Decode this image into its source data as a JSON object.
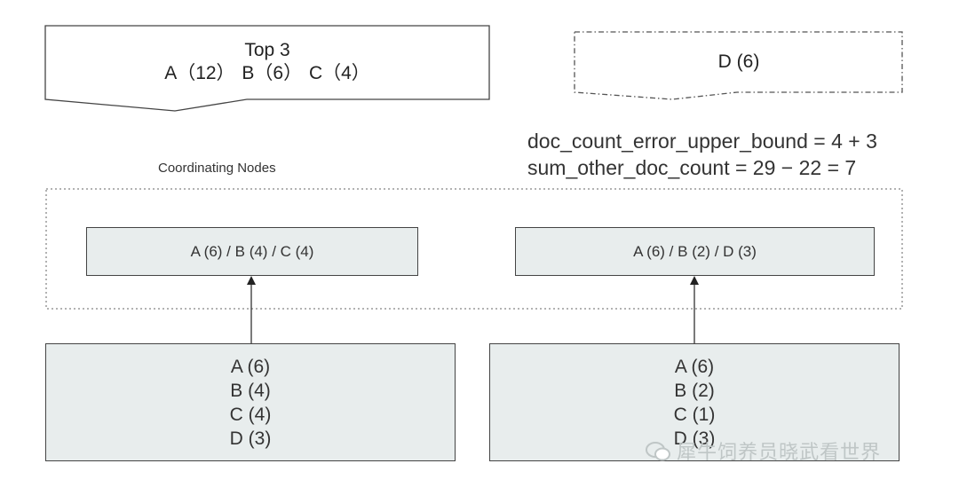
{
  "result_box": {
    "title": "Top 3",
    "items": [
      "A（12）",
      "B（6）",
      "C（4）"
    ]
  },
  "missed_box": {
    "label": "D (6)"
  },
  "formulas": {
    "error_bound": "doc_count_error_upper_bound = 4 + 3",
    "other_count": "sum_other_doc_count = 29 − 22 = 7"
  },
  "coordinating": {
    "label": "Coordinating Nodes",
    "left_result": "A (6) / B (4) / C (4)",
    "right_result": "A (6) / B (2) / D (3)"
  },
  "shards": {
    "left": [
      "A (6)",
      "B (4)",
      "C (4)",
      "D (3)"
    ],
    "right": [
      "A (6)",
      "B (2)",
      "C (1)",
      "D (3)"
    ]
  },
  "watermark": "犀牛饲养员晓武看世界",
  "colors": {
    "box_fill": "#e8eded",
    "stroke": "#444444",
    "dashed": "#555555"
  }
}
